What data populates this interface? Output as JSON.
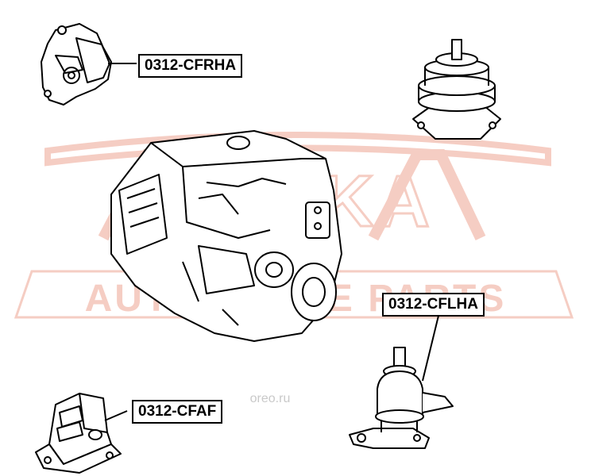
{
  "labels": {
    "cfrha": "0312-CFRHA",
    "cflha": "0312-CFLHA",
    "cfaf": "0312-CFAF"
  },
  "watermark": {
    "brand": "AKitKA",
    "tagline": "AUTO SPARE PARTS",
    "site": "oreo.ru",
    "color": "#f5c8bd"
  },
  "colors": {
    "line": "#000000",
    "background": "#ffffff"
  }
}
